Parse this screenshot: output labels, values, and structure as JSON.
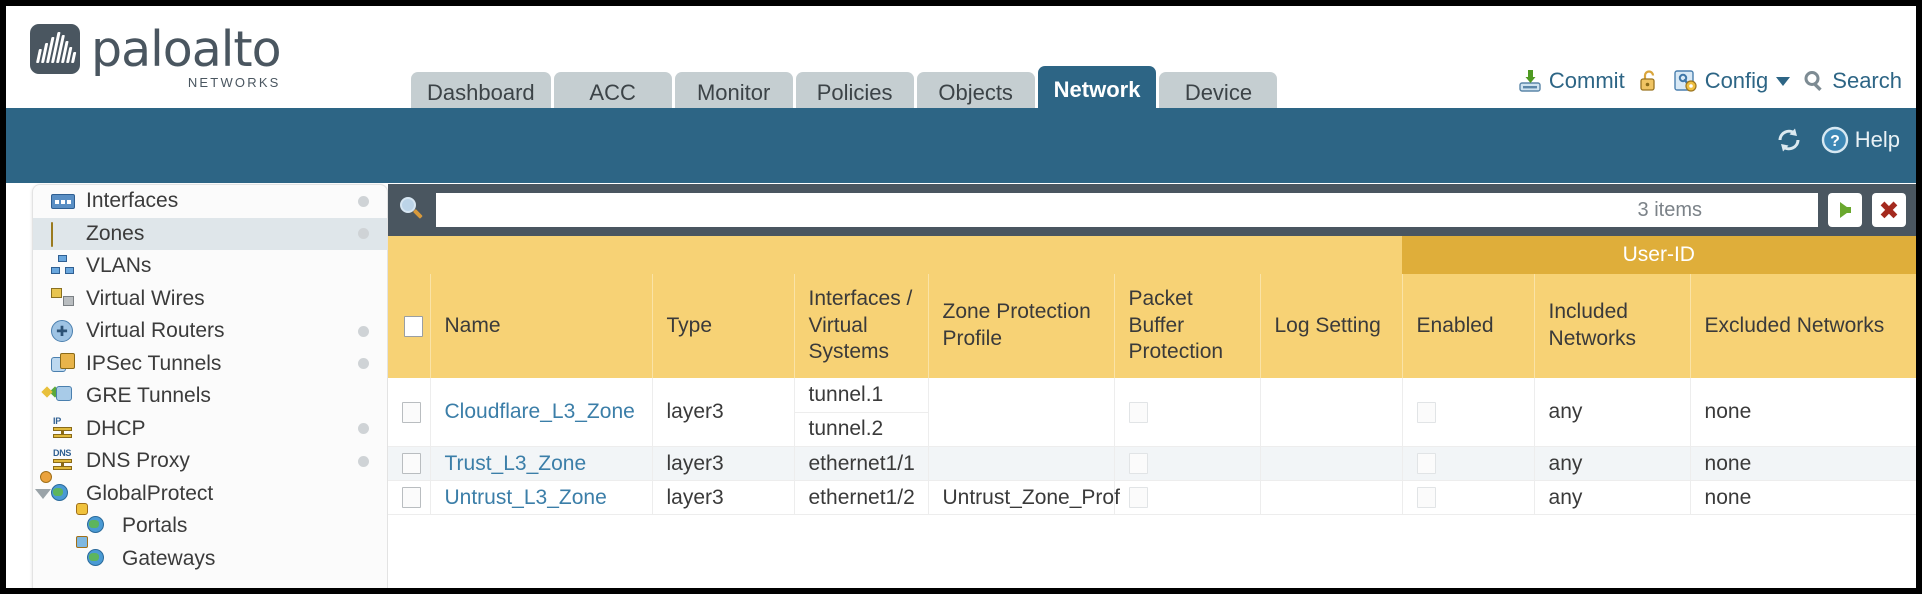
{
  "brand": {
    "name": "paloalto",
    "tagline": "NETWORKS"
  },
  "tabs": [
    {
      "label": "Dashboard",
      "active": false
    },
    {
      "label": "ACC",
      "active": false
    },
    {
      "label": "Monitor",
      "active": false
    },
    {
      "label": "Policies",
      "active": false
    },
    {
      "label": "Objects",
      "active": false
    },
    {
      "label": "Network",
      "active": true
    },
    {
      "label": "Device",
      "active": false
    }
  ],
  "header_actions": {
    "commit": "Commit",
    "config": "Config",
    "search": "Search"
  },
  "band_actions": {
    "help": "Help"
  },
  "sidebar": {
    "items": [
      {
        "label": "Interfaces",
        "icon": "interfaces-icon",
        "selected": false,
        "dot": true,
        "child": false,
        "twisty": false
      },
      {
        "label": "Zones",
        "icon": "zones-icon",
        "selected": true,
        "dot": true,
        "child": false,
        "twisty": false
      },
      {
        "label": "VLANs",
        "icon": "vlans-icon",
        "selected": false,
        "dot": false,
        "child": false,
        "twisty": false
      },
      {
        "label": "Virtual Wires",
        "icon": "virtual-wires-icon",
        "selected": false,
        "dot": false,
        "child": false,
        "twisty": false
      },
      {
        "label": "Virtual Routers",
        "icon": "virtual-routers-icon",
        "selected": false,
        "dot": true,
        "child": false,
        "twisty": false
      },
      {
        "label": "IPSec Tunnels",
        "icon": "ipsec-tunnels-icon",
        "selected": false,
        "dot": true,
        "child": false,
        "twisty": false
      },
      {
        "label": "GRE Tunnels",
        "icon": "gre-tunnels-icon",
        "selected": false,
        "dot": false,
        "child": false,
        "twisty": false
      },
      {
        "label": "DHCP",
        "icon": "dhcp-icon",
        "selected": false,
        "dot": true,
        "child": false,
        "twisty": false
      },
      {
        "label": "DNS Proxy",
        "icon": "dns-proxy-icon",
        "selected": false,
        "dot": true,
        "child": false,
        "twisty": false
      },
      {
        "label": "GlobalProtect",
        "icon": "globalprotect-icon",
        "selected": false,
        "dot": false,
        "child": false,
        "twisty": true
      },
      {
        "label": "Portals",
        "icon": "portals-icon",
        "selected": false,
        "dot": false,
        "child": true,
        "twisty": false
      },
      {
        "label": "Gateways",
        "icon": "gateways-icon",
        "selected": false,
        "dot": false,
        "child": true,
        "twisty": false
      }
    ]
  },
  "filter": {
    "value": "",
    "placeholder": "",
    "item_count": "3 items",
    "apply_label": "apply-filter",
    "clear_label": "clear-filter"
  },
  "table": {
    "group_header": "User-ID",
    "columns": [
      "Name",
      "Type",
      "Interfaces / Virtual Systems",
      "Zone Protection Profile",
      "Packet Buffer Protection",
      "Log Setting",
      "Enabled",
      "Included Networks",
      "Excluded Networks"
    ],
    "rows": [
      {
        "name": "Cloudflare_L3_Zone",
        "type": "layer3",
        "interfaces": [
          "tunnel.1",
          "tunnel.2"
        ],
        "zone_protection_profile": "",
        "packet_buffer_protection": false,
        "log_setting": "",
        "userid_enabled": false,
        "included_networks": "any",
        "excluded_networks": "none"
      },
      {
        "name": "Trust_L3_Zone",
        "type": "layer3",
        "interfaces": [
          "ethernet1/1"
        ],
        "zone_protection_profile": "",
        "packet_buffer_protection": false,
        "log_setting": "",
        "userid_enabled": false,
        "included_networks": "any",
        "excluded_networks": "none"
      },
      {
        "name": "Untrust_L3_Zone",
        "type": "layer3",
        "interfaces": [
          "ethernet1/2"
        ],
        "zone_protection_profile": "Untrust_Zone_Prof",
        "packet_buffer_protection": false,
        "log_setting": "",
        "userid_enabled": false,
        "included_networks": "any",
        "excluded_networks": "none"
      }
    ]
  },
  "colors": {
    "brand_slate": "#4a5660",
    "accent_blue": "#2d6585",
    "table_header": "#f7d275",
    "group_header": "#dfae3a",
    "link": "#3b7ea8"
  }
}
